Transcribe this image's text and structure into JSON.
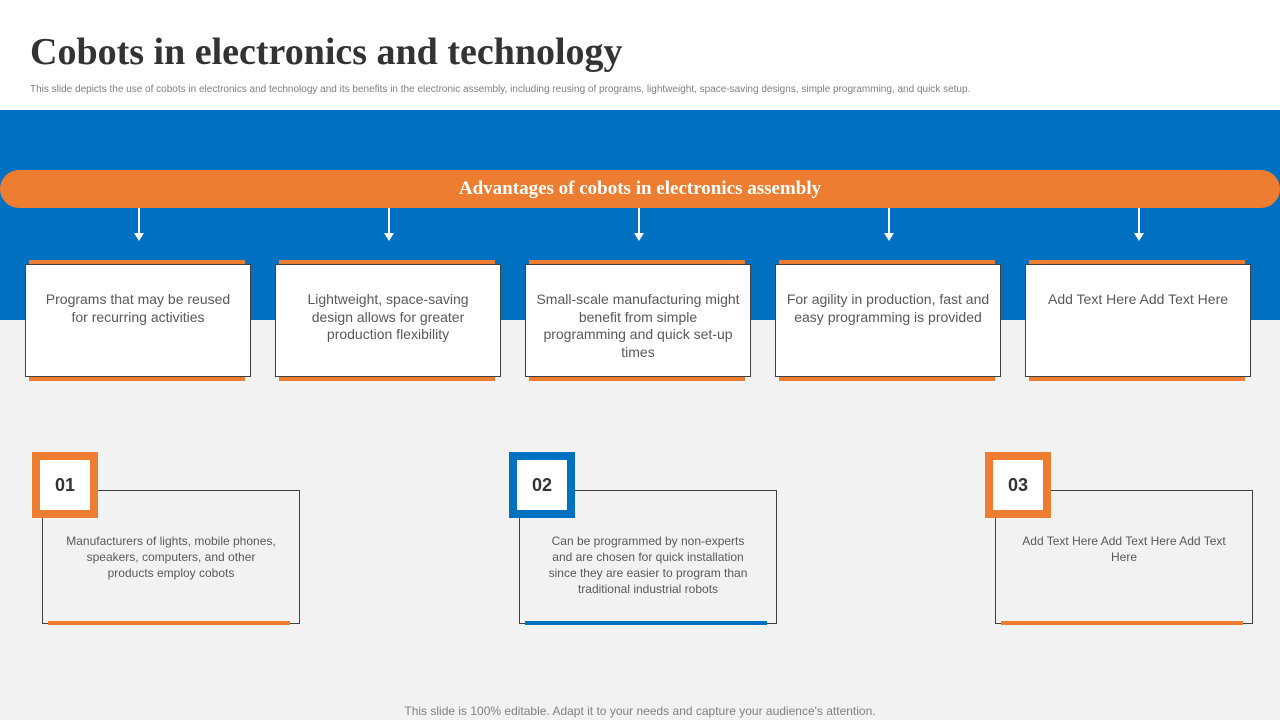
{
  "slide": {
    "title": "Cobots in electronics and technology",
    "subtitle": "This slide depicts the use of cobots in electronics and technology and its benefits in the electronic assembly, including reusing of programs, lightweight, space-saving designs, simple programming,  and quick setup.",
    "footer": "This slide is 100% editable. Adapt it to your needs and capture your audience's attention."
  },
  "banner": {
    "text": "Advantages of cobots in electronics assembly"
  },
  "advantages": [
    {
      "text": "Programs that may be reused for recurring activities"
    },
    {
      "text": "Lightweight, space-saving design allows for greater production flexibility"
    },
    {
      "text": "Small-scale manufacturing might benefit from simple programming and quick set-up times"
    },
    {
      "text": "For agility in production, fast and easy programming is provided"
    },
    {
      "text": "Add Text Here Add Text Here"
    }
  ],
  "numbered": [
    {
      "number": "01",
      "text": "Manufacturers of lights, mobile phones, speakers, computers, and other products employ cobots",
      "color": "#ed7d31"
    },
    {
      "number": "02",
      "text": "Can be programmed  by non-experts and are chosen for quick installation since they are easier to program than traditional industrial robots",
      "color": "#0070c0"
    },
    {
      "number": "03",
      "text": "Add Text Here Add Text Here Add Text Here",
      "color": "#ed7d31"
    }
  ],
  "colors": {
    "accent": "#ed7d31",
    "primary": "#0070c0",
    "background": "#f2f2f2"
  }
}
